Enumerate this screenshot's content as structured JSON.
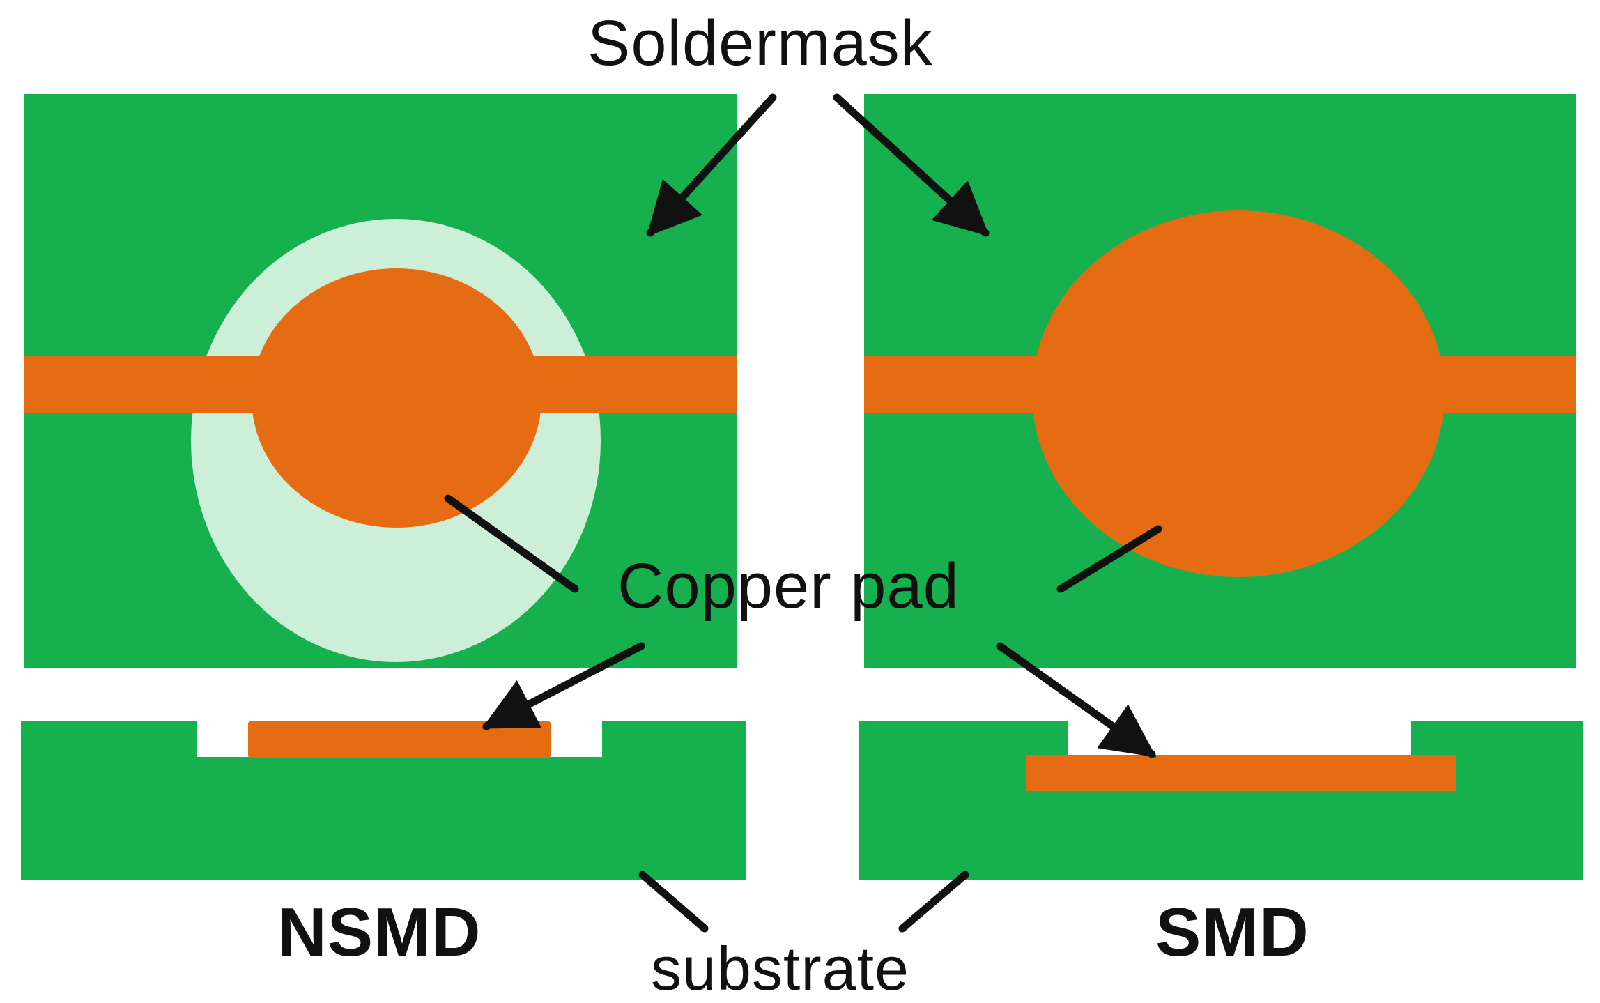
{
  "labels": {
    "soldermask": "Soldermask",
    "copper_pad": "Copper pad",
    "nsmd": "NSMD",
    "smd": "SMD",
    "substrate": "substrate"
  },
  "colors": {
    "background": "#ffffff",
    "soldermask_green": "#16b04f",
    "copper_orange": "#e56c12",
    "exposed_ring": "#cdeed7",
    "arrow": "#111111"
  }
}
